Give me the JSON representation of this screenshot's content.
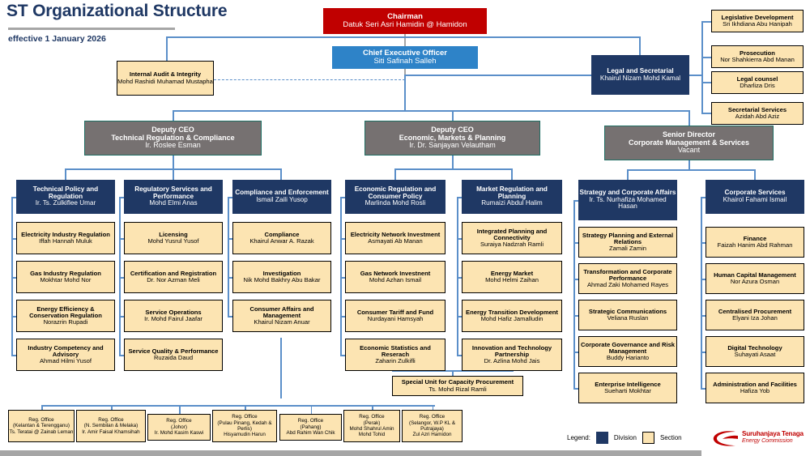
{
  "header": {
    "title": "ST Organizational Structure",
    "subtitle": "effective 1 January 2026"
  },
  "legend": {
    "label": "Legend:",
    "division_label": "Division",
    "section_label": "Section",
    "division_color": "#1F3864",
    "section_color": "#FCE4B2"
  },
  "logo": {
    "line1": "Suruhanjaya Tenaga",
    "line2": "Energy Commission",
    "color": "#C00000"
  },
  "top": {
    "chairman": {
      "title": "Chairman",
      "name": "Datuk Seri Asri Hamidin @ Hamidon",
      "color": "#C00000"
    },
    "ceo": {
      "title": "Chief Executive Officer",
      "name": "Siti Safinah Salleh",
      "color": "#2E83C8"
    },
    "internal_audit": {
      "title": "Internal Audit & Integrity",
      "name": "Mohd Rashidi Muhamad Mustapha"
    },
    "legal_secretarial": {
      "title": "Legal and Secretarial",
      "name": "Khairul Nizam Mohd Kamal"
    }
  },
  "legal_sections": [
    {
      "title": "Legislative Development",
      "name": "Sri Ikhdiana Abu Hanipah"
    },
    {
      "title": "Prosecution",
      "name": "Nor Shahkierra Abd Manan"
    },
    {
      "title": "Legal counsel",
      "name": "Dharliza Dris"
    },
    {
      "title": "Secretarial Services",
      "name": "Azidah Abd Aziz"
    }
  ],
  "deputies": [
    {
      "role": "Deputy CEO",
      "portfolio": "Technical Regulation & Compliance",
      "name": "Ir. Roslee Esman"
    },
    {
      "role": "Deputy CEO",
      "portfolio": "Economic, Markets & Planning",
      "name": "Ir. Dr. Sanjayan Velautham"
    },
    {
      "role": "Senior Director",
      "portfolio": "Corporate Management & Services",
      "name": "Vacant"
    }
  ],
  "columns": [
    {
      "division": {
        "title": "Technical Policy and Regulation",
        "name": "Ir. Ts. Zulkiflee Umar"
      },
      "sections": [
        {
          "title": "Electricity Industry Regulation",
          "name": "Iffah Hannah Muluk"
        },
        {
          "title": "Gas Industry Regulation",
          "name": "Mokhtar Mohd Nor"
        },
        {
          "title": "Energy Efficiency & Conservation Regulation",
          "name": "Norazrin Rupadi"
        },
        {
          "title": "Industry Competency and Advisory",
          "name": "Ahmad Hilmi Yusof"
        }
      ]
    },
    {
      "division": {
        "title": "Regulatory Services and Performance",
        "name": "Mohd Elmi Anas"
      },
      "sections": [
        {
          "title": "Licensing",
          "name": "Mohd Yusrul Yusof"
        },
        {
          "title": "Certification and Registration",
          "name": "Dr. Nor Azman Meli"
        },
        {
          "title": "Service Operations",
          "name": "Ir. Mohd Fairul Jaafar"
        },
        {
          "title": "Service Quality & Performance",
          "name": "Ruzaida Daud"
        }
      ]
    },
    {
      "division": {
        "title": "Compliance and Enforcement",
        "name": "Ismail Zaili Yusop"
      },
      "sections": [
        {
          "title": "Compliance",
          "name": "Khairul Anwar A. Razak"
        },
        {
          "title": "Investigation",
          "name": "Nik Mohd Bakhry Abu Bakar"
        },
        {
          "title": "Consumer Affairs and Management",
          "name": "Khairul Nizam Anuar"
        }
      ]
    },
    {
      "division": {
        "title": "Economic Regulation and Consumer Policy",
        "name": "Marlinda Mohd Rosli"
      },
      "sections": [
        {
          "title": "Electricity Network Investment",
          "name": "Asmayati Ab Manan"
        },
        {
          "title": "Gas Network Investnent",
          "name": "Mohd Azhan Ismail"
        },
        {
          "title": "Consumer Tariff and Fund",
          "name": "Nurdayani Hamsyah"
        },
        {
          "title": "Economic Statistics and Reserach",
          "name": "Zaharin Zulkifli"
        }
      ]
    },
    {
      "division": {
        "title": "Market Regulation and Planning",
        "name": "Rumaizi Abdul Halim"
      },
      "sections": [
        {
          "title": "Integrated Planning and Connectivity",
          "name": "Suraiya Nadzrah Ramli"
        },
        {
          "title": "Energy Market",
          "name": "Mohd Helmi Zaihan"
        },
        {
          "title": "Energy Transition Development",
          "name": "Mohd Hafiz Jamalludin"
        },
        {
          "title": "Innovation and Technology Partnership",
          "name": "Dr. Azlina Mohd Jais"
        }
      ]
    },
    {
      "division": {
        "title": "Strategy and Corporate Affairs",
        "name": "Ir. Ts. Nurhafiza Mohamed Hasan"
      },
      "sections": [
        {
          "title": "Strategy Planning and External Relations",
          "name": "Zamali Zamin"
        },
        {
          "title": "Transformation and Corporate Performance",
          "name": "Ahmad Zaki Mohamed Rayes"
        },
        {
          "title": "Strategic Communications",
          "name": "Veliana Ruslan"
        },
        {
          "title": "Corporate Governance and Risk Management",
          "name": "Buddy Harianto"
        },
        {
          "title": "Enterprise Intelligence",
          "name": "Sueharti Mokhtar"
        }
      ]
    },
    {
      "division": {
        "title": "Corporate Services",
        "name": "Khairol Fahami Ismail"
      },
      "sections": [
        {
          "title": "Finance",
          "name": "Faizah Hanim Abd Rahman"
        },
        {
          "title": "Human Capital Management",
          "name": "Nor Azura Osman"
        },
        {
          "title": "Centralised Procurement",
          "name": "Elyani Iza Johan"
        },
        {
          "title": "Digital Technology",
          "name": "Suhayati Asaat"
        },
        {
          "title": "Administration and Facilities",
          "name": "Hafiza Yob"
        }
      ]
    }
  ],
  "special_unit": {
    "title": "Special Unit for Capacity Procurement",
    "name": "Ts. Mohd Rizal Ramli"
  },
  "regional_offices": [
    {
      "line1": "Reg. Office",
      "line2": "(Kelantan & Terengganu)",
      "line3": "Ts. Teratai @ Zainab Leman"
    },
    {
      "line1": "Reg. Office",
      "line2": "(N. Sembilan & Melaka)",
      "line3": "Ir. Amir Faisal Khamsihah"
    },
    {
      "line1": "Reg. Office",
      "line2": "(Johor)",
      "line3": "Ir. Mohd Kasim Kaswi"
    },
    {
      "line1": "Reg. Office",
      "line2": "(Pulau Pinang, Kedah & Perlis)",
      "line3": "Hisyamudin Harun"
    },
    {
      "line1": "Reg. Office",
      "line2": "(Pahang)",
      "line3": "Abd Rahim Wan Chik"
    },
    {
      "line1": "Reg. Office",
      "line2": "(Perak)",
      "line3": "Mohd Shahrul Amin Mohd Tohid"
    },
    {
      "line1": "Reg. Office",
      "line2": "(Selangor, W.P KL & Putrajaya)",
      "line3": "Zul Azri Hamidon"
    }
  ]
}
